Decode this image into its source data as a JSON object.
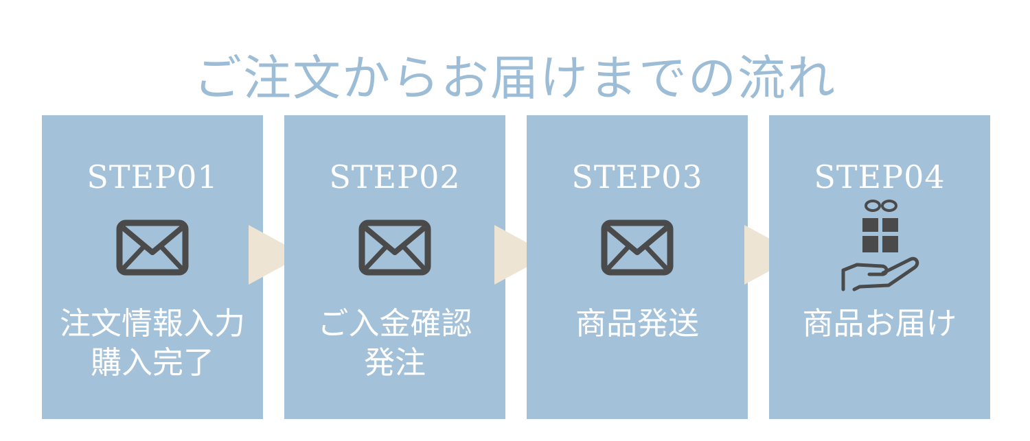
{
  "title": "ご注文からお届けまでの流れ",
  "colors": {
    "title": "#9dbdd6",
    "card": "#a3c1d8",
    "arrow": "#ede4d3",
    "icon": "#4a4a4a",
    "text": "#ffffff"
  },
  "steps": [
    {
      "label": "STEP01",
      "icon": "envelope-icon",
      "line1": "注文情報入力",
      "line2": "購入完了"
    },
    {
      "label": "STEP02",
      "icon": "envelope-icon",
      "line1": "ご入金確認",
      "line2": "発注"
    },
    {
      "label": "STEP03",
      "icon": "envelope-icon",
      "line1": "商品発送",
      "line2": ""
    },
    {
      "label": "STEP04",
      "icon": "gift-in-hand-icon",
      "line1": "商品お届け",
      "line2": ""
    }
  ]
}
